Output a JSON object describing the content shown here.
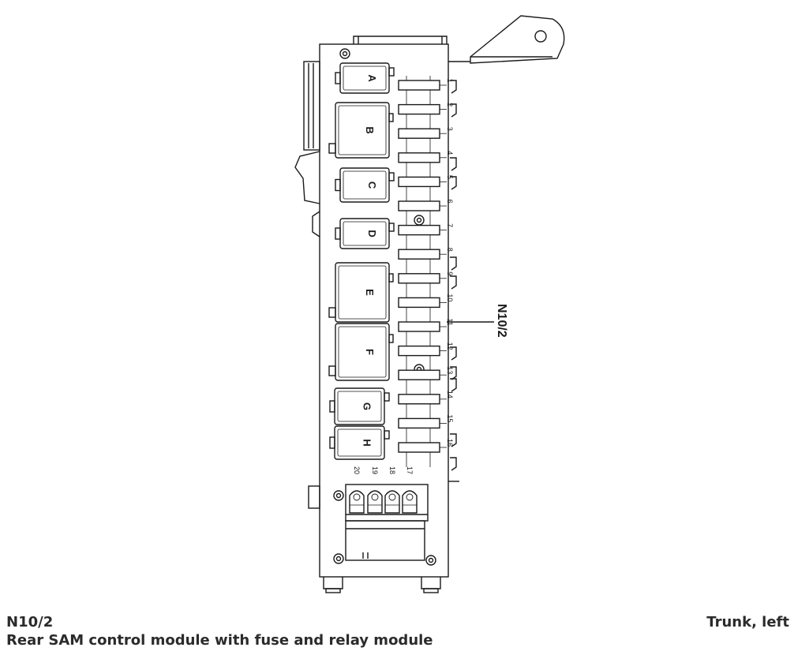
{
  "component": {
    "code": "N10/2",
    "description": "Rear SAM control module with fuse and relay module",
    "location": "Trunk, left"
  },
  "callout_label": "N10/2",
  "relays": [
    {
      "label": "A"
    },
    {
      "label": "B"
    },
    {
      "label": "C"
    },
    {
      "label": "D"
    },
    {
      "label": "E"
    },
    {
      "label": "F"
    },
    {
      "label": "G"
    },
    {
      "label": "H"
    }
  ],
  "fuses": [
    {
      "label": "1"
    },
    {
      "label": "2"
    },
    {
      "label": "3"
    },
    {
      "label": "4"
    },
    {
      "label": "5"
    },
    {
      "label": "6"
    },
    {
      "label": "7"
    },
    {
      "label": "8"
    },
    {
      "label": "9"
    },
    {
      "label": "10"
    },
    {
      "label": "11"
    },
    {
      "label": "12"
    },
    {
      "label": "13"
    },
    {
      "label": "14"
    },
    {
      "label": "15"
    },
    {
      "label": "16"
    }
  ],
  "connector_fuses": [
    {
      "label": "20"
    },
    {
      "label": "19"
    },
    {
      "label": "18"
    },
    {
      "label": "17"
    }
  ],
  "colors": {
    "line": "#1a1a1a",
    "text": "#2b2b2b",
    "background": "#ffffff"
  }
}
